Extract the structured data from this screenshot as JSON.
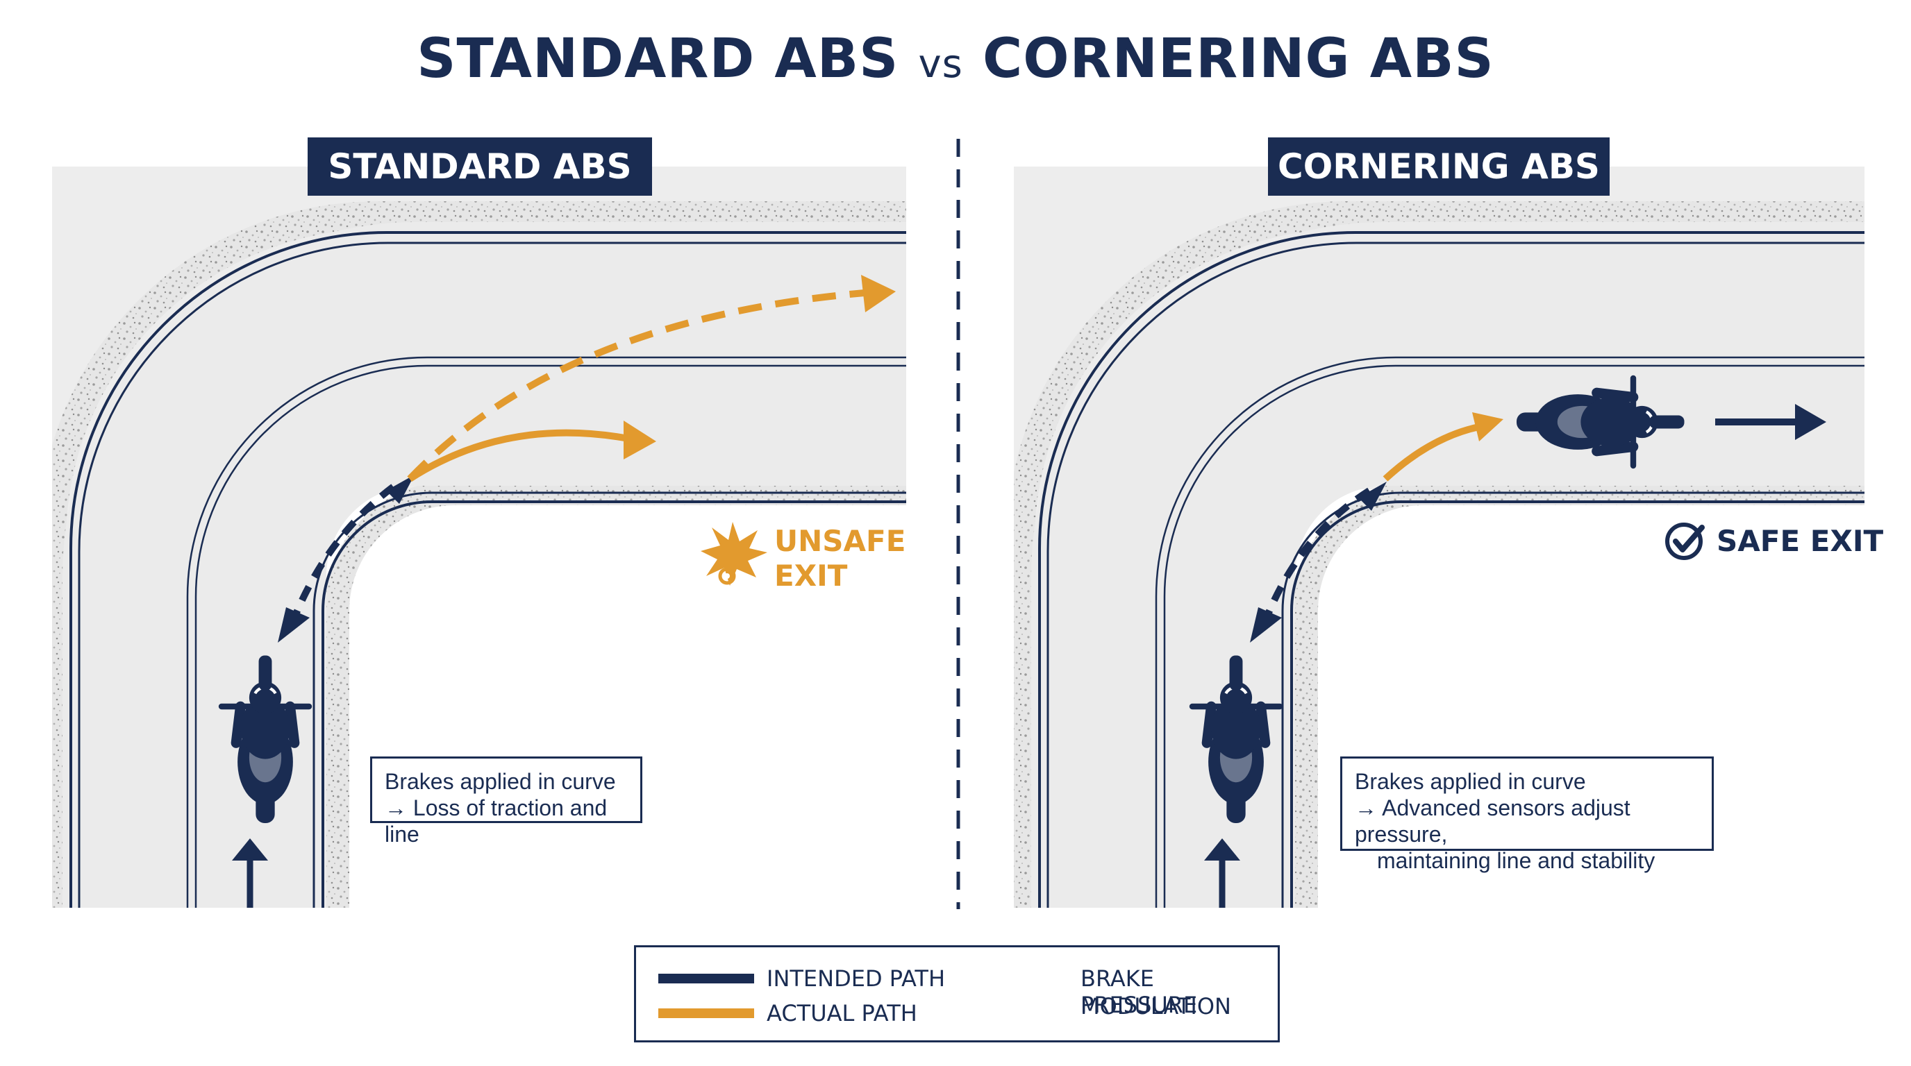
{
  "title": {
    "left": "STANDARD ABS",
    "vs": "vs",
    "right": "CORNERING ABS"
  },
  "panels": {
    "standard": {
      "label": "STANDARD ABS",
      "note": {
        "line1": "Brakes applied in curve",
        "line2": "→ Loss of traction and line"
      },
      "status": {
        "line1": "UNSAFE",
        "line2": "EXIT"
      },
      "status_icon": "impact-burst-icon"
    },
    "cornering": {
      "label": "CORNERING ABS",
      "note": {
        "line1": "Brakes applied in curve",
        "line2": "→ Advanced sensors adjust pressure,",
        "line3": "maintaining line and stability"
      },
      "status": {
        "line1": "SAFE EXIT"
      },
      "status_icon": "check-circle-icon"
    }
  },
  "legend": {
    "intended": "INTENDED PATH",
    "actual": "ACTUAL PATH",
    "brake_line1": "BRAKE PRESSURE",
    "brake_line2": "MODULATION",
    "brake_icon": "brake-lever-icon"
  },
  "colors": {
    "navy": "#1a2c52",
    "orange": "#e29a2e",
    "road": "#eeeeee",
    "gravel": "#c8c8c8",
    "background": "#ffffff"
  }
}
